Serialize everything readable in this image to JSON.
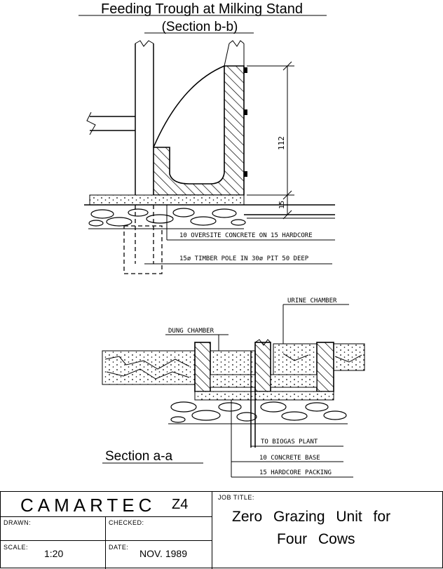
{
  "section_bb": {
    "title_line1": "Feeding Trough at Milking Stand",
    "title_line2": "(Section b-b)",
    "dim_112": "112",
    "dim_15": "15",
    "note_oversite": "10 OVERSITE CONCRETE ON 15 HARDCORE",
    "note_pole": "15ø TIMBER POLE IN 30ø PIT 50 DEEP"
  },
  "section_aa": {
    "title": "Section a-a",
    "urine_chamber": "URINE CHAMBER",
    "dung_chamber": "DUNG CHAMBER",
    "to_biogas": "TO BIOGAS PLANT",
    "concrete_base": "10 CONCRETE BASE",
    "hardcore_packing": "15 HARDCORE PACKING"
  },
  "title_block": {
    "company": "CAMARTEC",
    "sheet": "Z4",
    "drawn_label": "DRAWN:",
    "drawn_value": "",
    "checked_label": "CHECKED:",
    "checked_value": "",
    "scale_label": "SCALE:",
    "scale_value": "1:20",
    "date_label": "DATE:",
    "date_value": "NOV. 1989",
    "job_title_label": "JOB TITLE:",
    "job_title_line1": "Zero Grazing Unit for",
    "job_title_line2": "Four Cows"
  }
}
